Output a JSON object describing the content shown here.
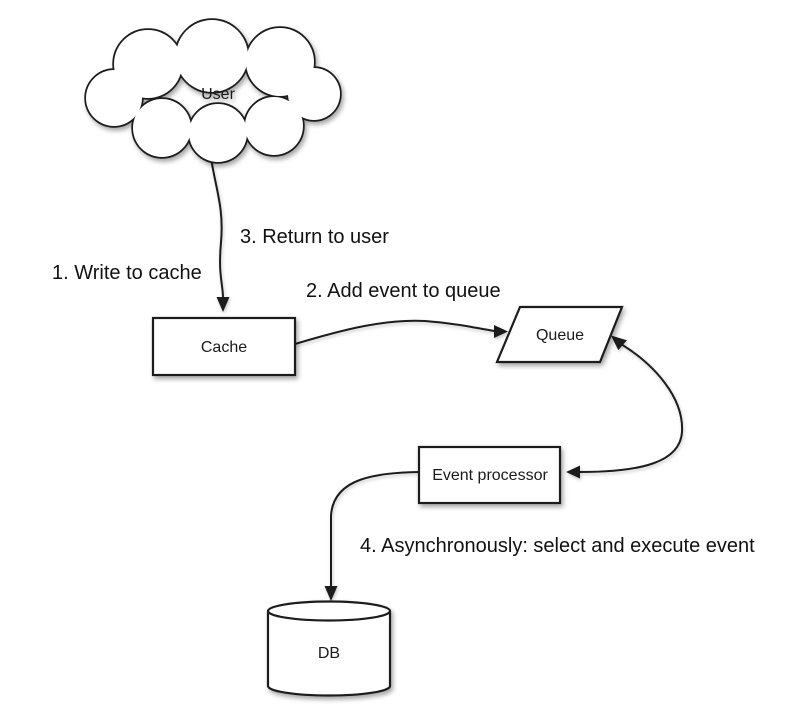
{
  "diagram": {
    "nodes": {
      "user": {
        "label": "User",
        "shape": "cloud"
      },
      "cache": {
        "label": "Cache",
        "shape": "rectangle"
      },
      "queue": {
        "label": "Queue",
        "shape": "parallelogram"
      },
      "event_processor": {
        "label": "Event processor",
        "shape": "rectangle"
      },
      "db": {
        "label": "DB",
        "shape": "cylinder"
      }
    },
    "steps": {
      "step1": {
        "label": "1. Write to cache"
      },
      "step2": {
        "label": "2. Add event to queue"
      },
      "step3": {
        "label": "3. Return to user"
      },
      "step4": {
        "label": "4. Asynchronously: select and execute event"
      }
    },
    "edges": [
      {
        "from": "user",
        "to": "cache"
      },
      {
        "from": "cache",
        "to": "queue"
      },
      {
        "from": "queue",
        "to": "event_processor",
        "bidirectional": true
      },
      {
        "from": "event_processor",
        "to": "db"
      }
    ],
    "colors": {
      "line": "#1c1c1c",
      "shape_fill": "#ffffff",
      "text": "#111111",
      "background": "#ffffff"
    }
  }
}
